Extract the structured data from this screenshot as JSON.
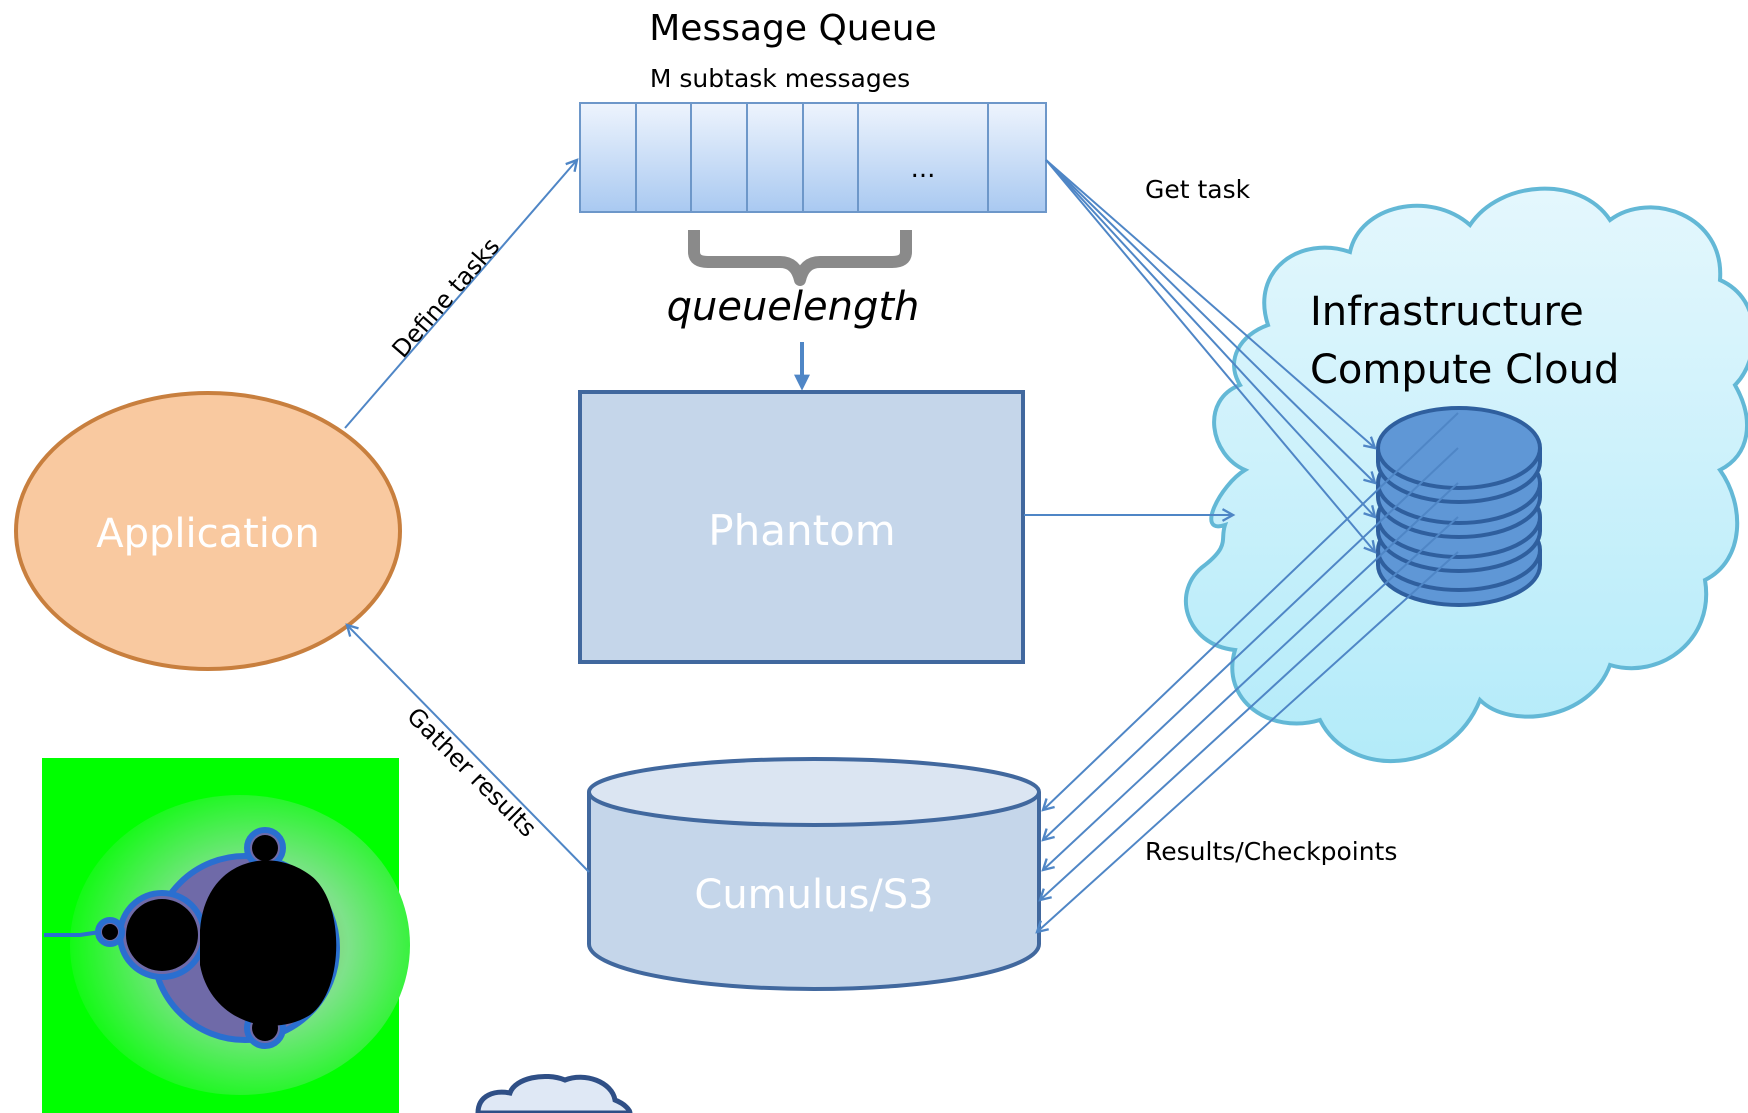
{
  "queue": {
    "title": "Message Queue",
    "subtitle": "M subtask messages",
    "ellipsis": "...",
    "length_label": "queuelength"
  },
  "nodes": {
    "application": "Application",
    "phantom": "Phantom",
    "cumulus": "Cumulus/S3",
    "cloud_line1": "Infrastructure",
    "cloud_line2": "Compute Cloud"
  },
  "edges": {
    "define_tasks": "Define tasks",
    "gather_results": "Gather results",
    "get_task": "Get task",
    "results_checkpoints": "Results/Checkpoints"
  },
  "colors": {
    "application_fill": "#f9c9a0",
    "application_stroke": "#c87f3e",
    "box_fill": "#c5d6ea",
    "box_stroke": "#41689e",
    "cloud_fill": "#c6effa",
    "cloud_stroke": "#63b8d6",
    "arrow": "#4f86c6",
    "disk_fill": "#5f97d6",
    "fractal_background": "#00ff00"
  }
}
